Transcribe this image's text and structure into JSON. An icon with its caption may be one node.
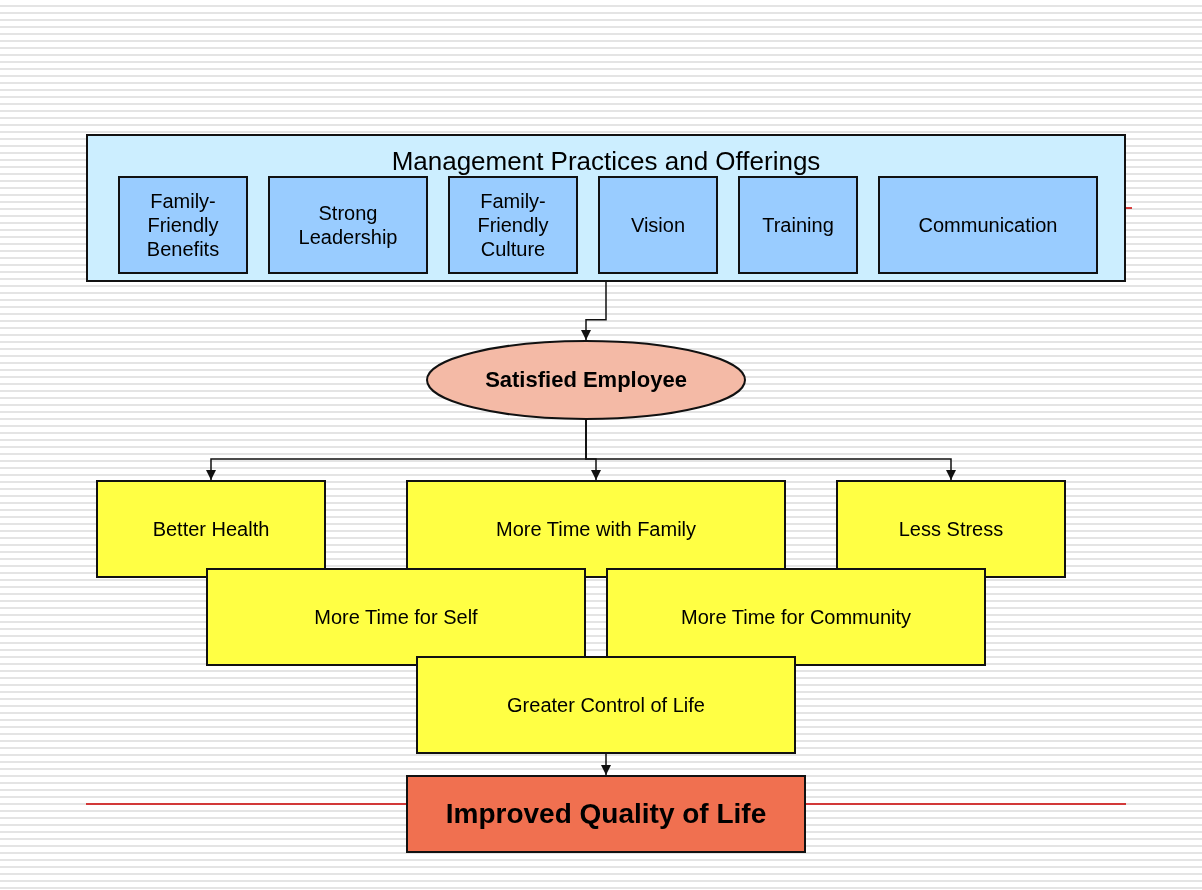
{
  "diagram": {
    "nodes": [
      {
        "text": [
          "Management Practices and Offerings"
        ]
      },
      {
        "text": [
          "Family-Friendly Benefits"
        ],
        "in": 0
      },
      {
        "text": [
          "Strong Leadership"
        ],
        "in": 0
      },
      {
        "text": [
          "Family-Friendly Culture"
        ],
        "in": 0
      },
      {
        "text": [
          "Vision"
        ],
        "in": 0
      },
      {
        "text": [
          "Training"
        ],
        "in": 0
      },
      {
        "text": [
          "Communication"
        ],
        "in": 0
      },
      {
        "text": [
          "Satisfied Employee"
        ]
      },
      {
        "text": [
          "Better Health"
        ]
      },
      {
        "text": [
          "More Time with Family"
        ]
      },
      {
        "text": [
          "Less Stress"
        ]
      },
      {
        "text": [
          "More Time for Self"
        ]
      },
      {
        "text": [
          "More Time for Community"
        ]
      },
      {
        "text": [
          "Greater Control of Life"
        ]
      },
      {
        "text": [
          "Improved Quality of Life"
        ]
      }
    ],
    "edges": [
      {
        "from": 0,
        "to": 7,
        "arrow": "to"
      },
      {
        "from": 7,
        "to": 8,
        "arrow": "to"
      },
      {
        "from": 7,
        "to": 9,
        "arrow": "to"
      },
      {
        "from": 7,
        "to": 10,
        "arrow": "to"
      },
      {
        "from": 13,
        "to": 14,
        "arrow": "to"
      }
    ]
  }
}
